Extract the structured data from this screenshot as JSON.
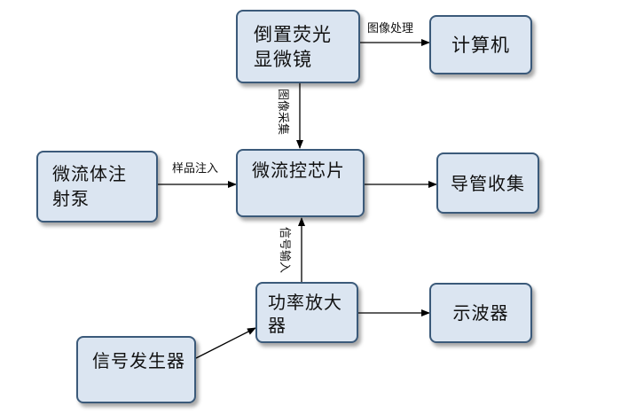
{
  "nodes": {
    "microscope": "倒置荧光显微镜",
    "computer": "计算机",
    "pump": "微流体注射泵",
    "chip": "微流控芯片",
    "collect": "导管收集",
    "amplifier": "功率放大器",
    "oscilloscope": "示波器",
    "generator": "信号发生器"
  },
  "edge_labels": {
    "image_processing": "图像处理",
    "image_acquisition": "图像采集",
    "sample_injection": "样品注入",
    "signal_input": "信号输入"
  },
  "colors": {
    "box_fill": "#dbe5f1",
    "box_border": "#3b5a7a",
    "arrow": "#000000"
  }
}
